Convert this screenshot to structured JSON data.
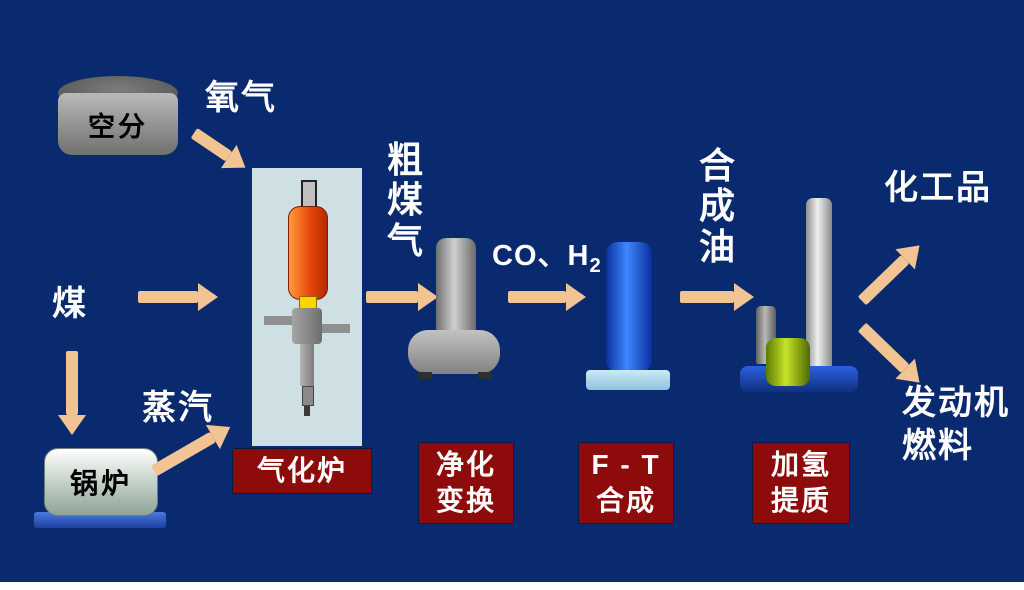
{
  "colors": {
    "background": "#0a2a70",
    "arrow": "#f2c493",
    "label_box": "#8e0b0b",
    "panel": "#cfe0e4"
  },
  "labels": {
    "air_separation": "空分",
    "oxygen": "氧气",
    "coal": "煤",
    "steam": "蒸汽",
    "boiler": "锅炉",
    "gasifier": "气化炉",
    "raw_gas": "粗煤气",
    "co_h2_main": "CO、H",
    "co_h2_sub": "2",
    "purification": {
      "line1": "净化",
      "line2": "变换"
    },
    "ft": {
      "line1": "F - T",
      "line2": "合成"
    },
    "syn_oil": "合成油",
    "hydro": {
      "line1": "加氢",
      "line2": "提质"
    },
    "chemicals": "化工品",
    "engine_fuel": {
      "line1": "发动机",
      "line2": "燃料"
    }
  }
}
